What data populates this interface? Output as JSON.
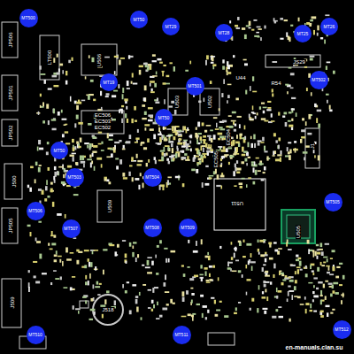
{
  "diagram": {
    "nodes": [
      {
        "text": [
          "MT500"
        ]
      },
      {
        "text": [
          "MT50"
        ]
      },
      {
        "text": [
          "MT29"
        ]
      },
      {
        "text": [
          "MT28"
        ]
      },
      {
        "text": [
          "MT25"
        ]
      },
      {
        "text": [
          "MT26"
        ]
      },
      {
        "text": [
          "MT19"
        ]
      },
      {
        "text": [
          "MT501"
        ]
      },
      {
        "text": [
          "MT502"
        ]
      },
      {
        "text": [
          "MT50"
        ]
      },
      {
        "text": [
          "MT50"
        ]
      },
      {
        "text": [
          "MT503"
        ]
      },
      {
        "text": [
          "MT504"
        ]
      },
      {
        "text": [
          "MT505"
        ]
      },
      {
        "text": [
          "MT506"
        ]
      },
      {
        "text": [
          "MT507"
        ]
      },
      {
        "text": [
          "MT508"
        ]
      },
      {
        "text": [
          "MT509"
        ]
      },
      {
        "text": [
          "MT510"
        ]
      },
      {
        "text": [
          "MT511"
        ]
      },
      {
        "text": [
          "MT512"
        ]
      }
    ],
    "labels": [
      "JP506",
      "JP501",
      "JP502",
      "J500",
      "JP505",
      "J509",
      "LT500",
      "U506",
      "EC506",
      "EC503",
      "EC502",
      "U509",
      "U503",
      "U502",
      "EC504",
      "EC505",
      "J1",
      "U511",
      "U505",
      "J518",
      "JS29",
      "U44",
      "R54",
      "en-manuals.clan.su"
    ]
  }
}
